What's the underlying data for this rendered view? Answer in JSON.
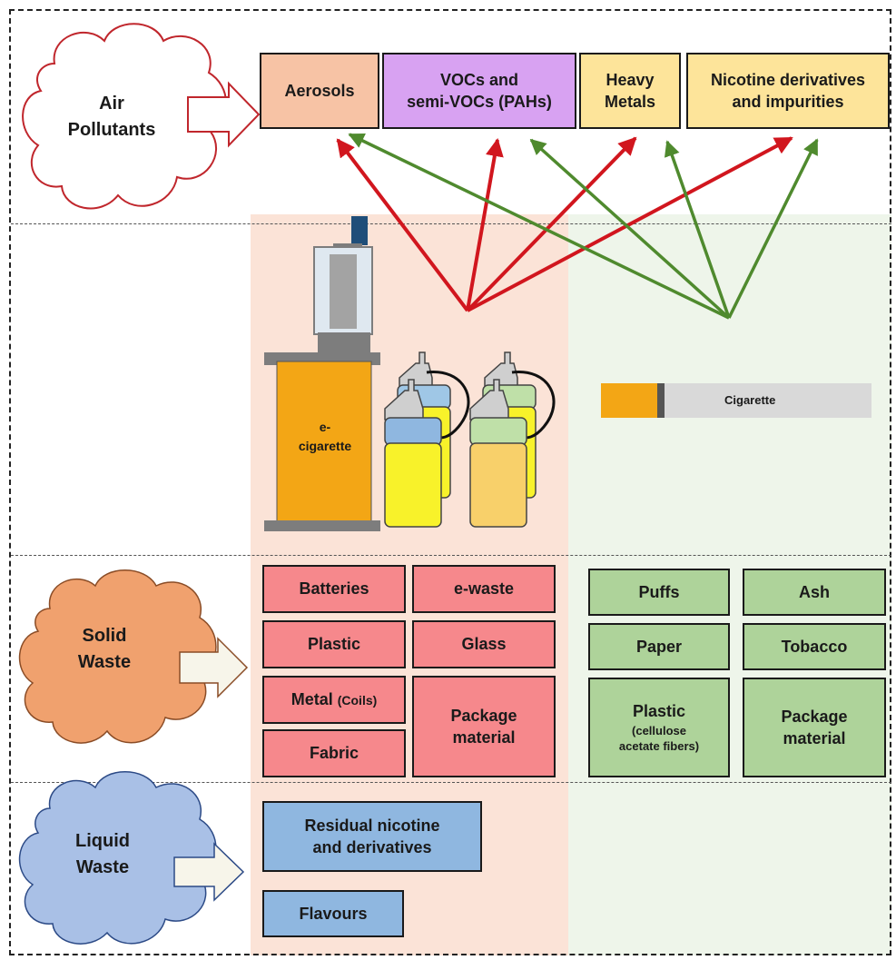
{
  "air": {
    "label_line1": "Air",
    "label_line2": "Pollutants",
    "boxes": {
      "aerosols": "Aerosols",
      "vocs_line1": "VOCs and",
      "vocs_line2": "semi-VOCs (PAHs)",
      "heavy_line1": "Heavy",
      "heavy_line2": "Metals",
      "nicotine_line1": "Nicotine derivatives",
      "nicotine_line2": "and impurities"
    }
  },
  "products": {
    "ecig_line1": "e-",
    "ecig_line2": "cigarette",
    "cigarette": "Cigarette"
  },
  "solid": {
    "label_line1": "Solid",
    "label_line2": "Waste",
    "ecig_boxes": {
      "batteries": "Batteries",
      "ewaste": "e-waste",
      "plastic": "Plastic",
      "glass": "Glass",
      "metal": "Metal",
      "metal_sub": "(Coils)",
      "fabric": "Fabric",
      "package_line1": "Package",
      "package_line2": "material"
    },
    "cig_boxes": {
      "puffs": "Puffs",
      "ash": "Ash",
      "paper": "Paper",
      "tobacco": "Tobacco",
      "plastic": "Plastic",
      "plastic_sub1": "(cellulose",
      "plastic_sub2": "acetate fibers)",
      "package_line1": "Package",
      "package_line2": "material"
    }
  },
  "liquid": {
    "label_line1": "Liquid",
    "label_line2": "Waste",
    "boxes": {
      "residual_line1": "Residual nicotine",
      "residual_line2": "and derivatives",
      "flavours": "Flavours"
    }
  },
  "colors": {
    "ecig_panel": "#fbe3d7",
    "cig_panel": "#eef5ea",
    "red_arrow": "#d1161e",
    "green_arrow": "#4f8a2e",
    "air_cloud_stroke": "#c0262c",
    "solid_cloud_fill": "#f0a16e",
    "liquid_cloud_fill": "#a9c0e6"
  }
}
